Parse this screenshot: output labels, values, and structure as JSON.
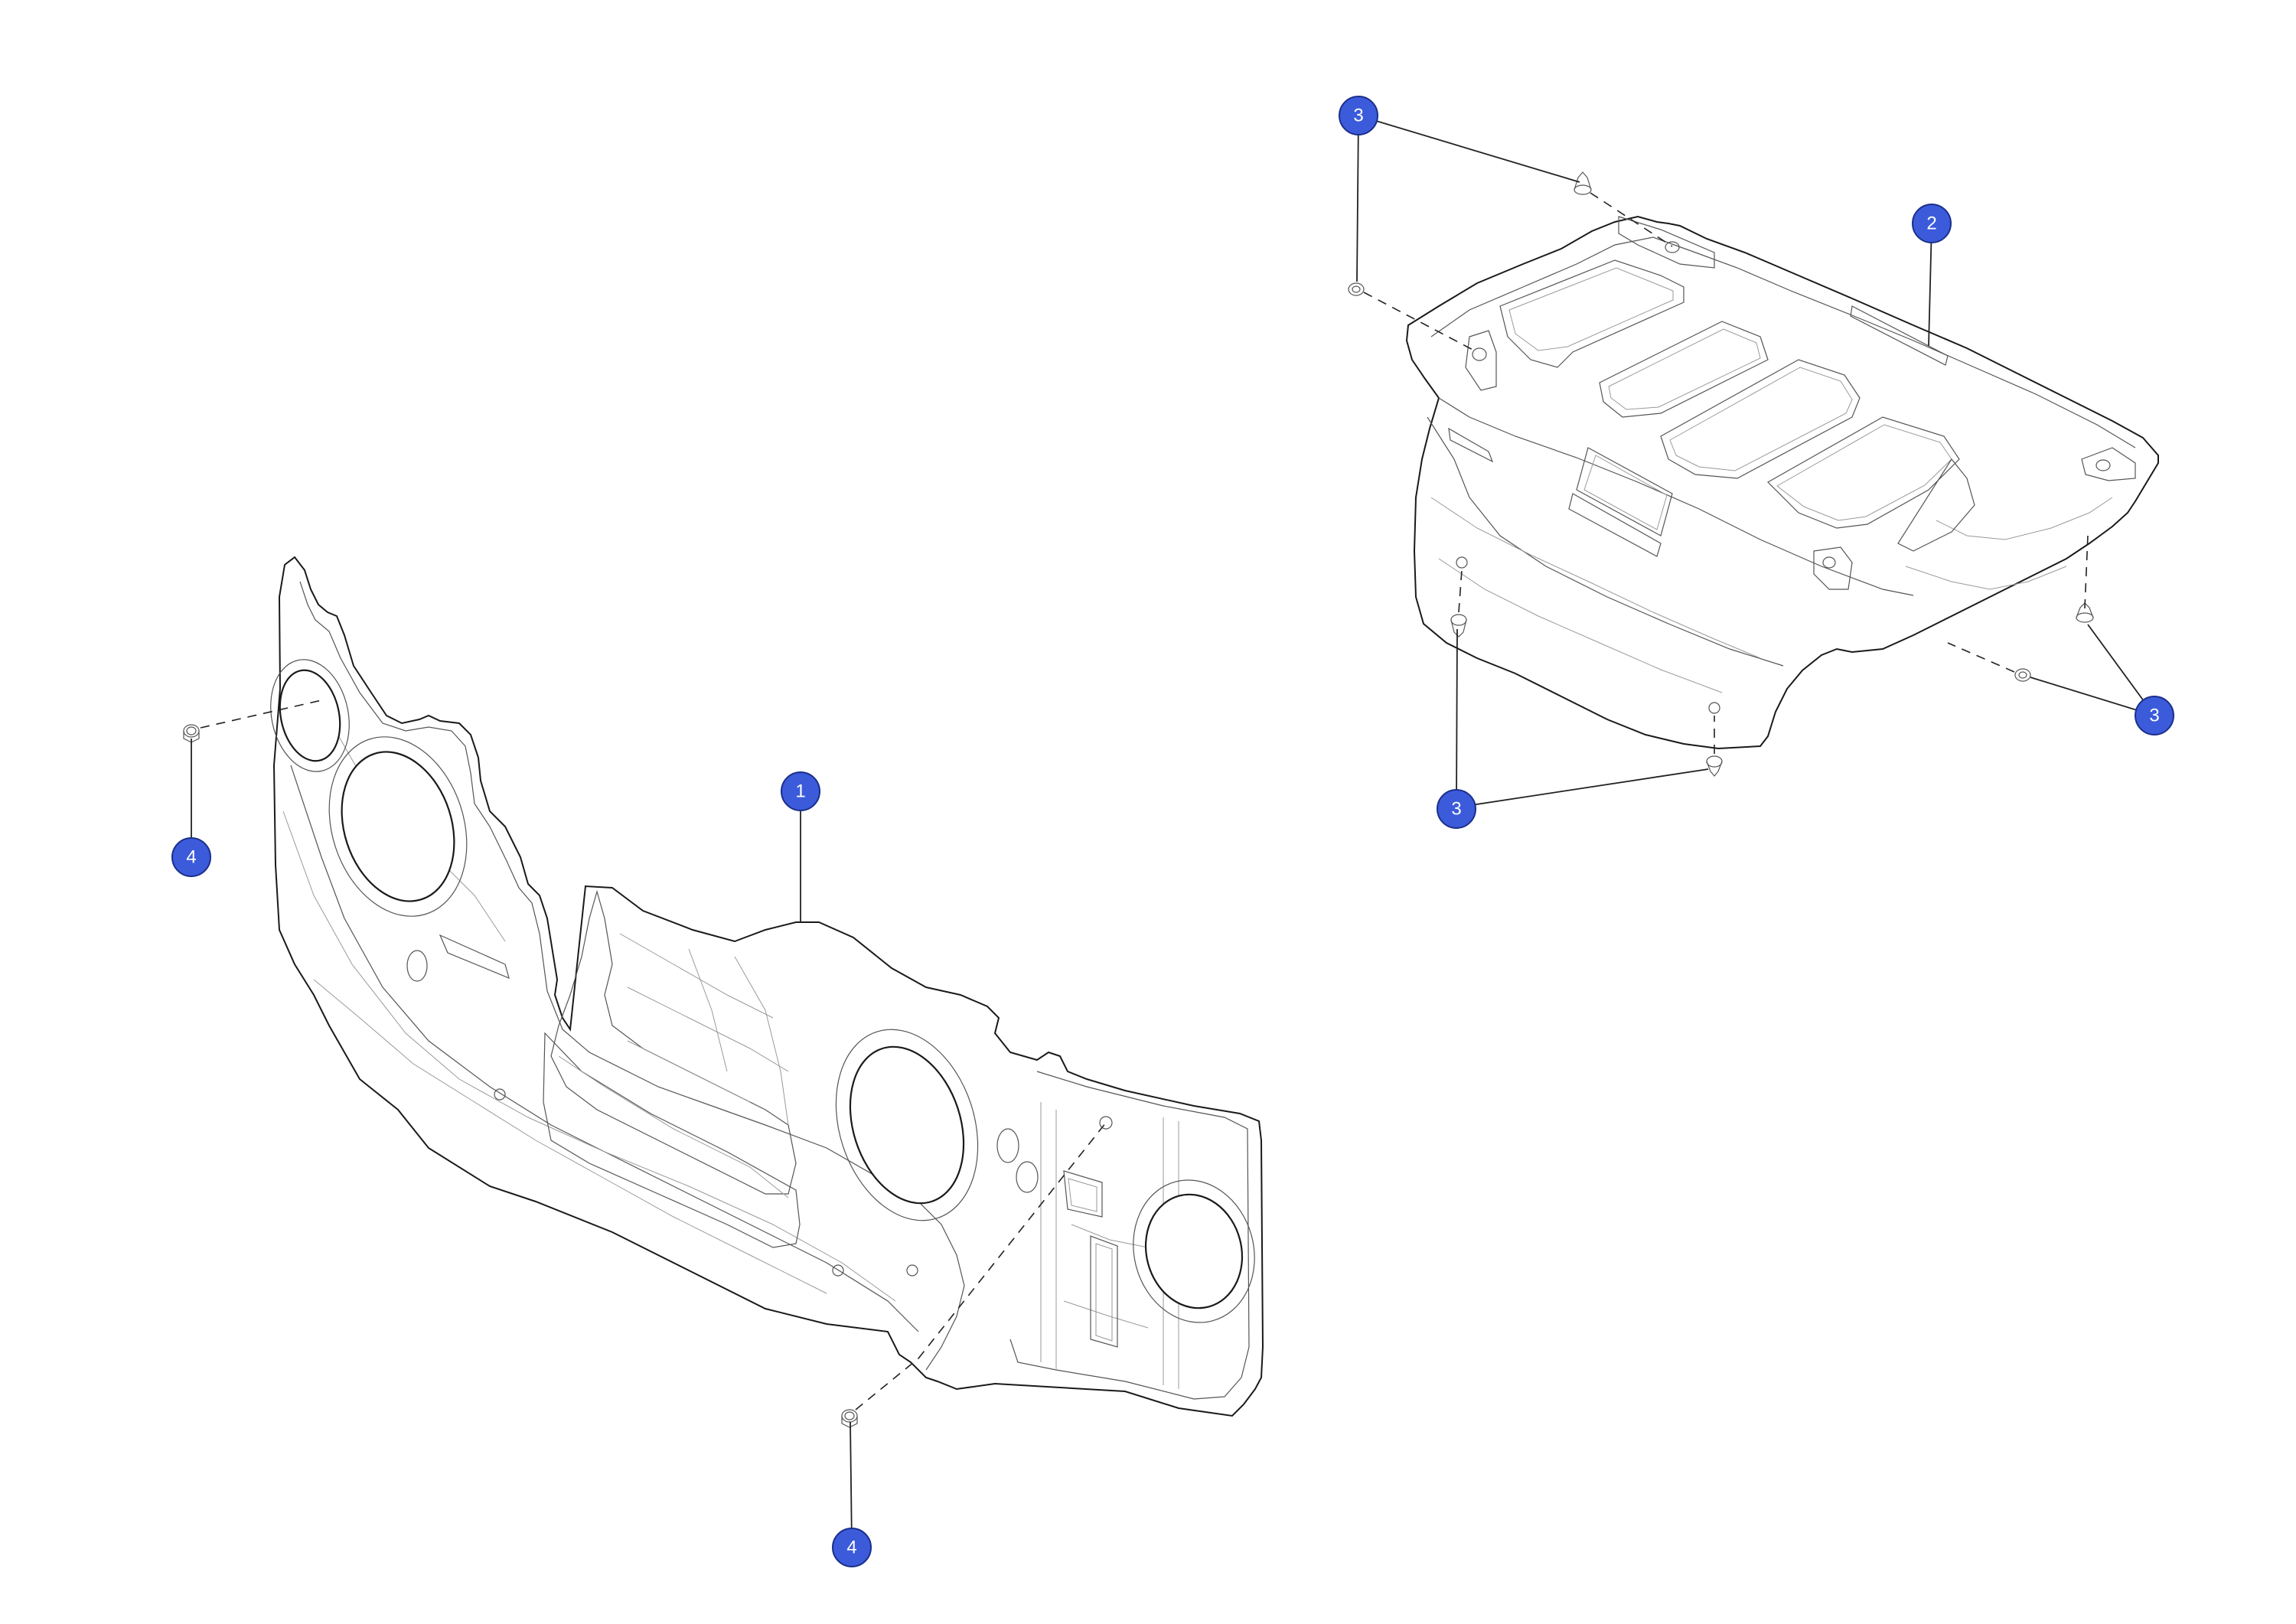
{
  "diagram": {
    "accent_color": "#3b5bdb",
    "callouts": [
      {
        "id": "c1",
        "label": "1"
      },
      {
        "id": "c2",
        "label": "2"
      },
      {
        "id": "c3a",
        "label": "3"
      },
      {
        "id": "c3b",
        "label": "3"
      },
      {
        "id": "c3c",
        "label": "3"
      },
      {
        "id": "c4a",
        "label": "4"
      },
      {
        "id": "c4b",
        "label": "4"
      }
    ],
    "parts": [
      {
        "id": "p1",
        "icon": "dash-insulator-panel"
      },
      {
        "id": "p2",
        "icon": "heat-shield-panel"
      },
      {
        "id": "p3",
        "icon": "push-clip-fastener"
      },
      {
        "id": "p4",
        "icon": "retaining-nut"
      }
    ]
  }
}
